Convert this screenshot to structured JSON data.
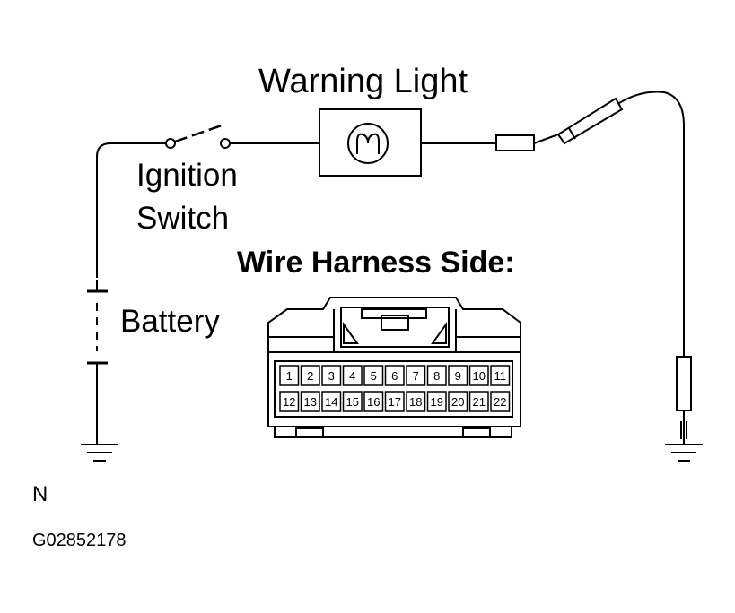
{
  "labels": {
    "warning_light": "Warning Light",
    "ignition_line1": "Ignition",
    "ignition_line2": "Switch",
    "battery": "Battery",
    "harness_title": "Wire Harness Side:",
    "north": "N",
    "figure_code": "G02852178"
  },
  "connector": {
    "row1": [
      "1",
      "2",
      "3",
      "4",
      "5",
      "6",
      "7",
      "8",
      "9",
      "10",
      "11"
    ],
    "row2": [
      "12",
      "13",
      "14",
      "15",
      "16",
      "17",
      "18",
      "19",
      "20",
      "21",
      "22"
    ]
  }
}
